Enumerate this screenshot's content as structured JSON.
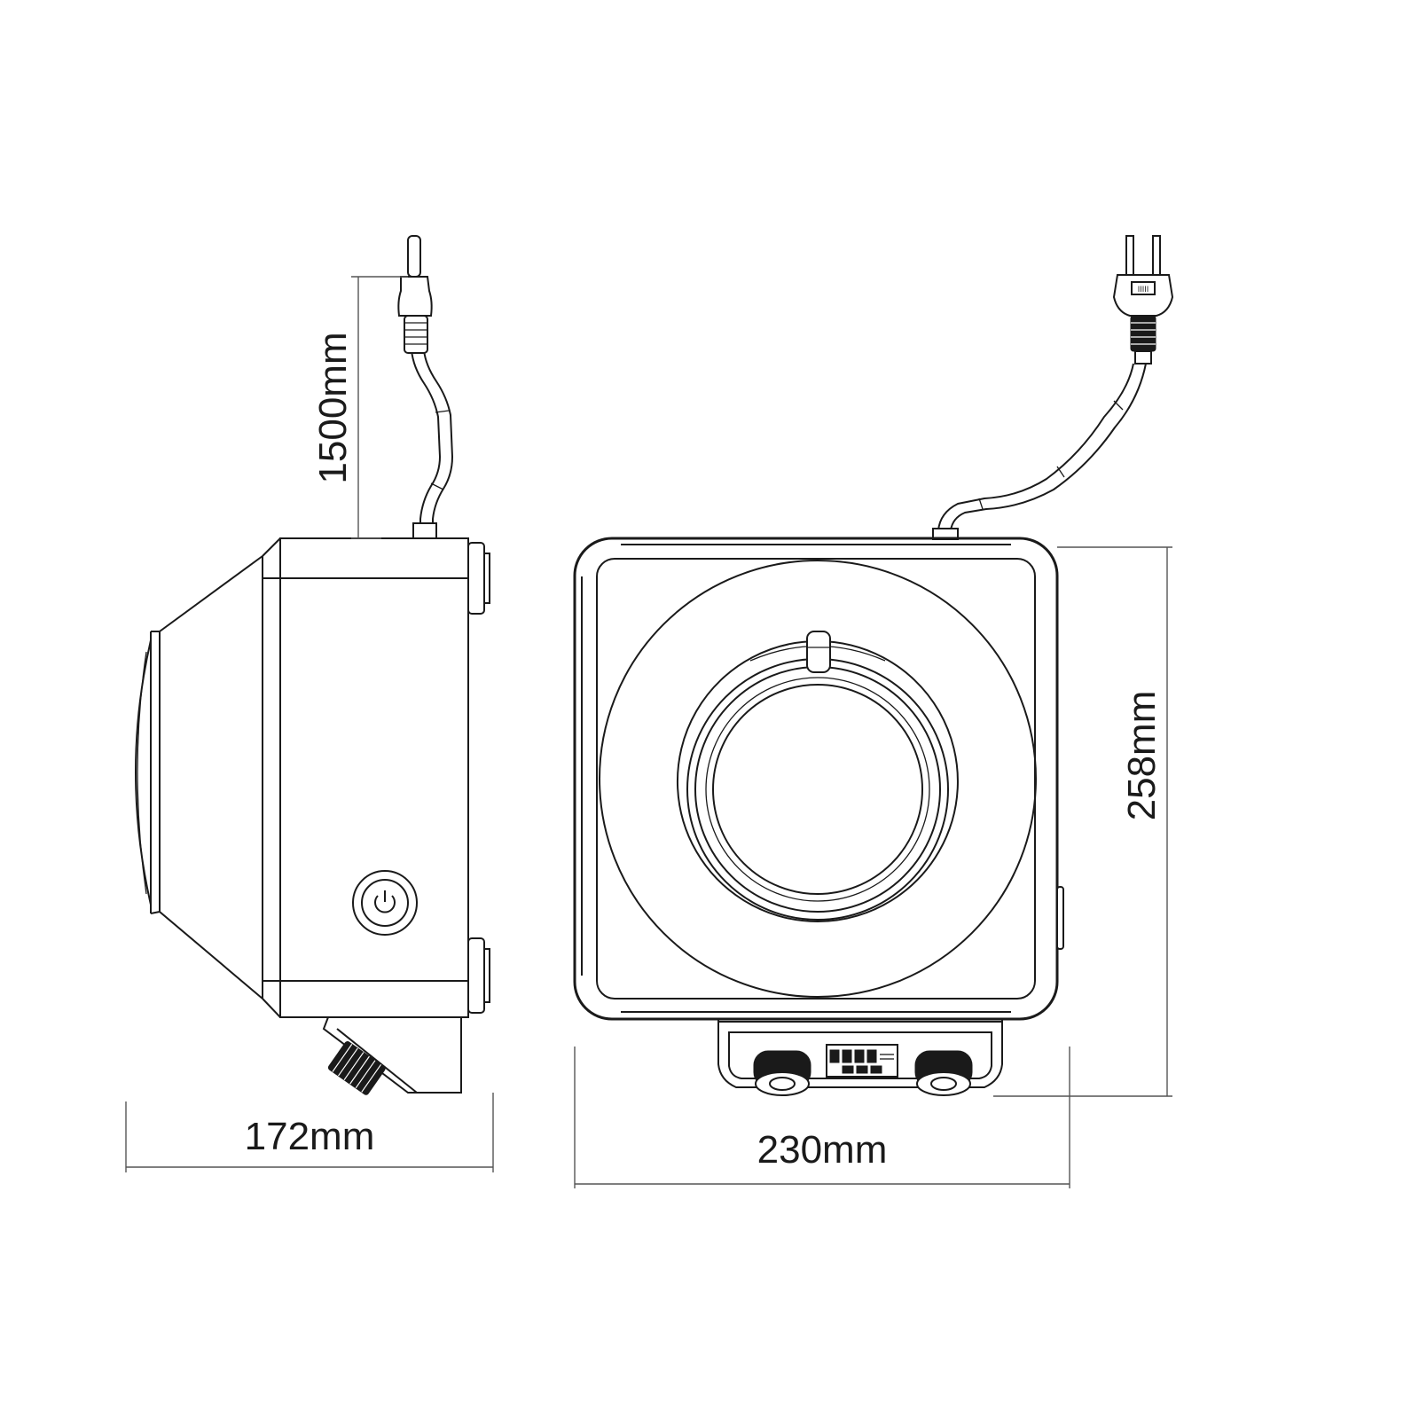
{
  "dimensions": {
    "cord_length": "1500mm",
    "side_depth": "172mm",
    "front_width": "230mm",
    "front_height": "258mm"
  }
}
